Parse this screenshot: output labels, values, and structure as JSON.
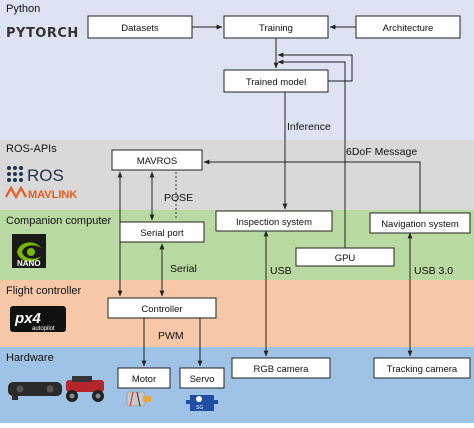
{
  "colors": {
    "python_band": "#dde3f2",
    "ros_band": "#d9d9d9",
    "companion_band": "#b8d9a0",
    "flight_band": "#f6c8a8",
    "hardware_band": "#9fc3e6"
  },
  "bands": {
    "python": "Python",
    "ros": "ROS-APIs",
    "companion": "Companion computer",
    "flight": "Flight controller",
    "hardware": "Hardware"
  },
  "logos": {
    "pytorch": "PYTORCH",
    "ros": "ROS",
    "mavlink": "MAVLINK",
    "nano": "NANO",
    "px4_main": "px4",
    "px4_sub": "autopilot"
  },
  "boxes": {
    "datasets": "Datasets",
    "training": "Training",
    "architecture": "Architecture",
    "trained_model": "Trained model",
    "mavros": "MAVROS",
    "serial_port": "Serial port",
    "inspection_system": "Inspection system",
    "navigation_system": "Navigation system",
    "gpu": "GPU",
    "controller": "Controller",
    "motor": "Motor",
    "servo": "Servo",
    "rgb_camera": "RGB camera",
    "tracking_camera": "Tracking camera"
  },
  "labels": {
    "inference": "Inference",
    "sixdof": "6DoF Message",
    "pose": "POSE",
    "serial": "Serial",
    "usb": "USB",
    "usb3": "USB 3.0",
    "pwm": "PWM"
  }
}
